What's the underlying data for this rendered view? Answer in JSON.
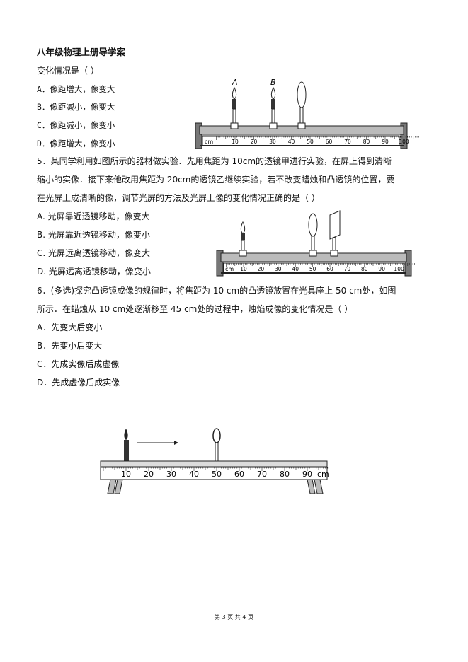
{
  "header": {
    "title": "八年级物理上册导学案"
  },
  "q4": {
    "tail": "变化情况是（     ）",
    "options": [
      "A．像距增大，像变大",
      "B．像距减小，像变大",
      "C．像距减小，像变小",
      "D．像距增大，像变小"
    ],
    "figure": {
      "label_a": "A",
      "label_b": "B",
      "unit": "cm",
      "ticks": [
        "10",
        "20",
        "30",
        "40",
        "50",
        "60",
        "70",
        "80",
        "90",
        "100"
      ]
    }
  },
  "q5": {
    "lines": [
      "5．某同学利用如图所示的器材做实验．先用焦距为 10cm的透镜甲进行实验，在屏上得到清晰",
      "缩小的实像．接下来他改用焦距为 20cm的透镜乙继续实验，若不改变蜡烛和凸透镜的位置，要",
      "在光屏上成清晰的像，调节光屏的方法及光屏上像的变化情况正确的是（        ）"
    ],
    "options": [
      "A. 光屏靠近透镜移动，像变大",
      "B. 光屏靠近透镜移动，像变小",
      "C. 光屏远离透镜移动，像变大",
      "D. 光屏远离透镜移动，像变小"
    ],
    "figure": {
      "unit": "cm",
      "ticks": [
        "10",
        "20",
        "30",
        "40",
        "50",
        "60",
        "70",
        "80",
        "90",
        "100"
      ]
    }
  },
  "q6": {
    "lines": [
      "6．(多选)探究凸透镜成像的规律时，将焦距为 10 cm的凸透镜放置在光具座上  50 cm处，如图",
      "所示．在蜡烛从 10 cm处逐渐移至 45 cm处的过程中，烛焰成像的变化情况是（        ）"
    ],
    "options": [
      "A．先变大后变小",
      "B．先变小后变大",
      "C．先成实像后成虚像",
      "D．先成虚像后成实像"
    ],
    "figure": {
      "ticks": [
        "10",
        "20",
        "30",
        "40",
        "50",
        "60",
        "70",
        "80",
        "90"
      ],
      "unit": "cm"
    }
  },
  "footer": {
    "page": "第 3 页 共 4 页"
  }
}
